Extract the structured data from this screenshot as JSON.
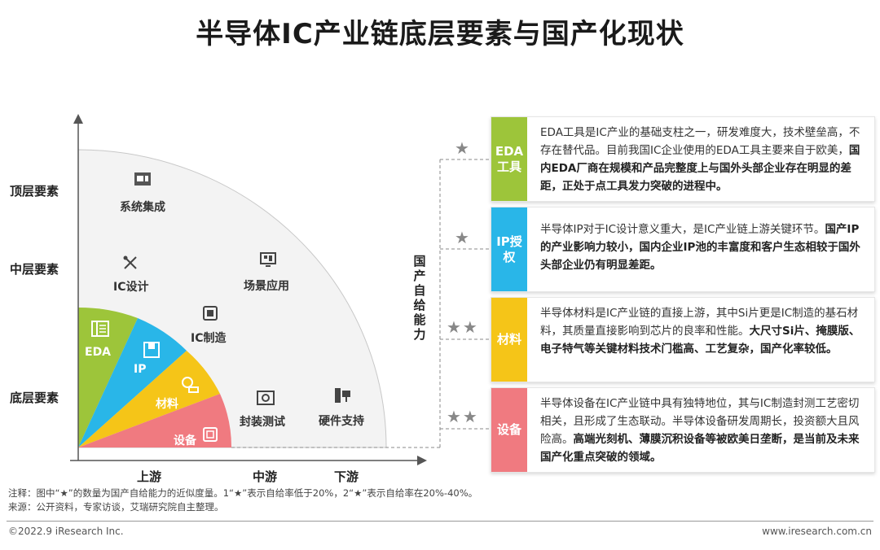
{
  "title": "半导体IC产业链底层要素与国产化现状",
  "y_axis": {
    "levels": [
      "顶层要素",
      "中层要素",
      "底层要素"
    ]
  },
  "x_axis": {
    "segments": [
      "上游",
      "中游",
      "下游"
    ]
  },
  "right_axis_label": "国产自给能力",
  "sectors": [
    {
      "label": "EDA",
      "color": "#9dc53a",
      "icon": "book-icon"
    },
    {
      "label": "IP",
      "color": "#29b6e8",
      "icon": "ip-chip-icon"
    },
    {
      "label": "材料",
      "color": "#f5c518",
      "icon": "material-icon"
    },
    {
      "label": "设备",
      "color": "#f07a80",
      "icon": "equipment-icon"
    }
  ],
  "diagram_items": [
    {
      "label": "系统集成",
      "icon": "system-icon"
    },
    {
      "label": "IC设计",
      "icon": "design-tools-icon"
    },
    {
      "label": "场景应用",
      "icon": "monitor-icon"
    },
    {
      "label": "IC制造",
      "icon": "cpu-icon"
    },
    {
      "label": "封装测试",
      "icon": "package-test-icon"
    },
    {
      "label": "硬件支持",
      "icon": "hardware-icon"
    }
  ],
  "cards": [
    {
      "tag": "EDA工具",
      "color": "#9dc53a",
      "stars": "★",
      "text": "EDA工具是IC产业的基础支柱之一，研发难度大，技术壁垒高，不存在替代品。目前我国IC企业使用的EDA工具主要来自于欧美，",
      "bold": "国内EDA厂商在规模和产品完整度上与国外头部企业存在明显的差距，正处于点工具发力突破的进程中。"
    },
    {
      "tag": "IP授权",
      "color": "#29b6e8",
      "stars": "★",
      "text": "半导体IP对于IC设计意义重大，是IC产业链上游关键环节。",
      "bold": "国产IP的产业影响力较小，国内企业IP池的丰富度和客户生态相较于国外头部企业仍有明显差距。"
    },
    {
      "tag": "材料",
      "color": "#f5c518",
      "stars": "★★",
      "text": "半导体材料是IC产业链的直接上游，其中Si片更是IC制造的基石材料，其质量直接影响到芯片的良率和性能。",
      "bold": "大尺寸Si片、掩膜版、电子特气等关键材料技术门槛高、工艺复杂，国产化率较低。"
    },
    {
      "tag": "设备",
      "color": "#f07a80",
      "stars": "★★",
      "text": "半导体设备在IC产业链中具有独特地位，其与IC制造封测工艺密切相关，且形成了生态联动。半导体设备研发周期长，投资额大且风险高。",
      "bold": "高端光刻机、薄膜沉积设备等被欧美日垄断，是当前及未来国产化重点突破的领域。"
    }
  ],
  "notes": {
    "note": "注释：图中“★”的数量为国产自给能力的近似度量。1“★”表示自给率低于20%，2“★”表示自给率在20%-40%。",
    "source": "来源：公开资料，专家访谈，艾瑞研究院自主整理。"
  },
  "footer": {
    "copyright": "©2022.9 iResearch Inc.",
    "url": "www.iresearch.com.cn"
  }
}
